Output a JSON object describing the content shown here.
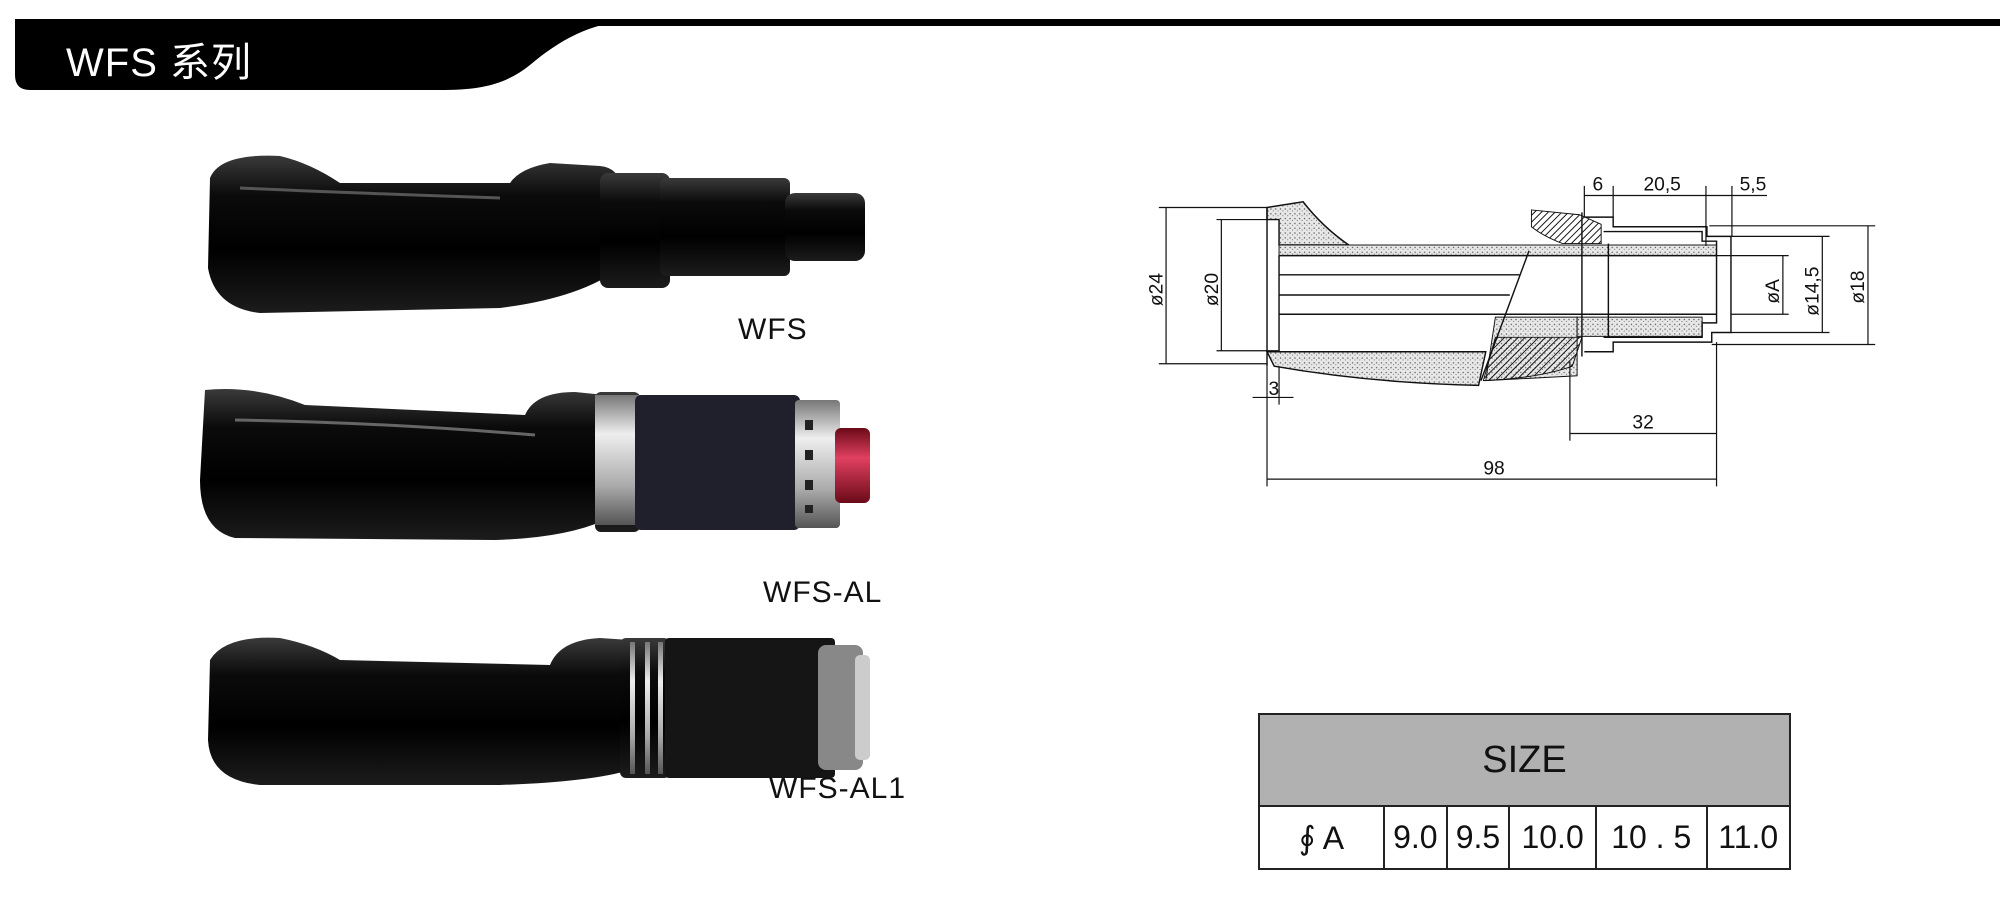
{
  "header": {
    "title": "WFS 系列"
  },
  "products": [
    {
      "label": "WFS"
    },
    {
      "label": "WFS-AL"
    },
    {
      "label": "WFS-AL1"
    }
  ],
  "drawing": {
    "dimensions": [
      "ø24",
      "ø20",
      "3",
      "6",
      "20,5",
      "5,5",
      "øA",
      "ø14,5",
      "ø18",
      "32",
      "98"
    ]
  },
  "size_table": {
    "title": "SIZE",
    "row_label": "∮ A",
    "values": [
      "9.0",
      "9.5",
      "10.0",
      "10 . 5",
      "11.0"
    ]
  },
  "colors": {
    "header_bg": "#000000",
    "table_header_bg": "#b1b1b1",
    "accent_red": "#c8283c"
  }
}
